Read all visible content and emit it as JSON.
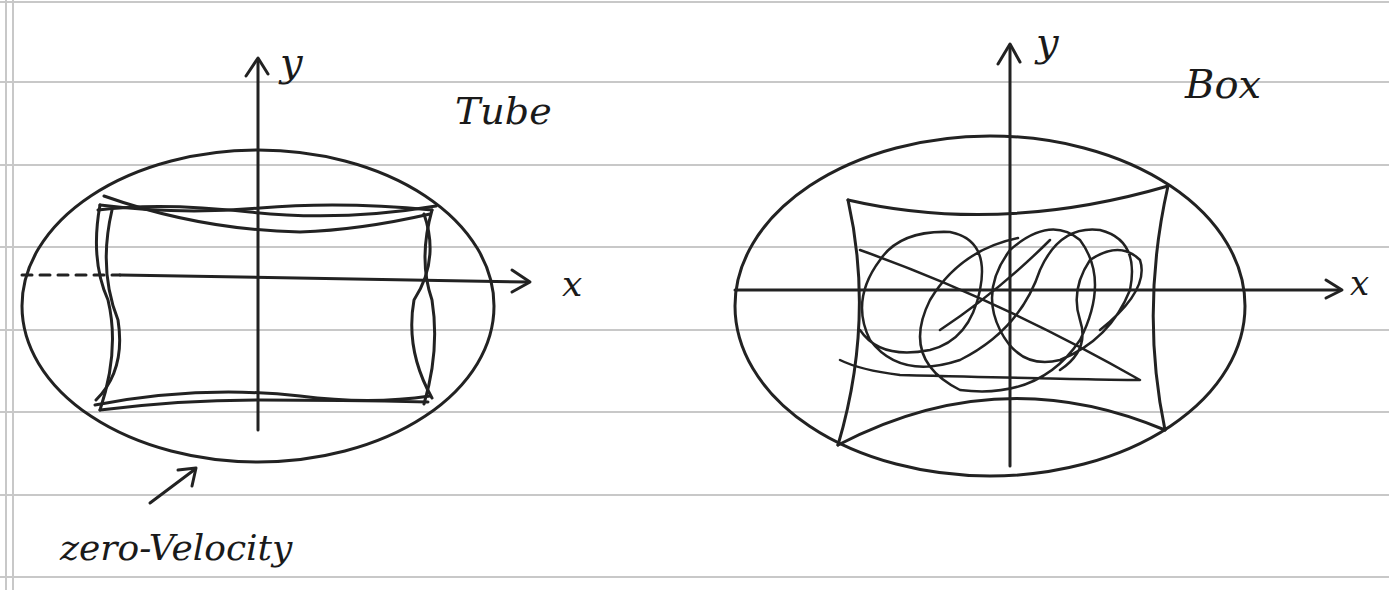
{
  "diagram": {
    "labels": [
      "y",
      "Tube",
      "x",
      "zero-Velocity",
      "y",
      "Box",
      "x"
    ]
  }
}
